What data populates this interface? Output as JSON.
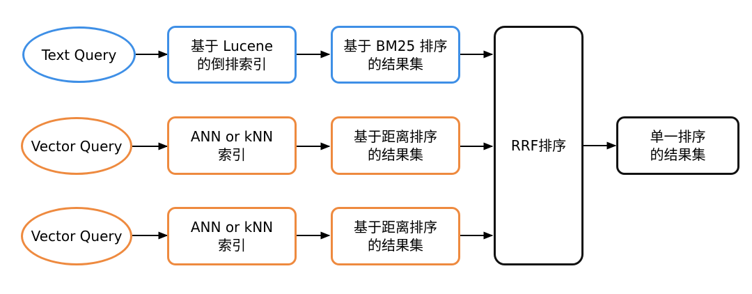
{
  "colors": {
    "blue": "#3e8fe6",
    "orange": "#ee8a3f",
    "black": "#111111"
  },
  "rows": [
    {
      "query": "Text Query",
      "index": [
        "基于 Lucene",
        "的倒排索引"
      ],
      "result": [
        "基于 BM25 排序",
        "的结果集"
      ]
    },
    {
      "query": "Vector Query",
      "index": [
        "ANN or kNN",
        "索引"
      ],
      "result": [
        "基于距离排序",
        "的结果集"
      ]
    },
    {
      "query": "Vector Query",
      "index": [
        "ANN or kNN",
        "索引"
      ],
      "result": [
        "基于距离排序",
        "的结果集"
      ]
    }
  ],
  "rrf": "RRF排序",
  "final": [
    "单一排序",
    "的结果集"
  ]
}
